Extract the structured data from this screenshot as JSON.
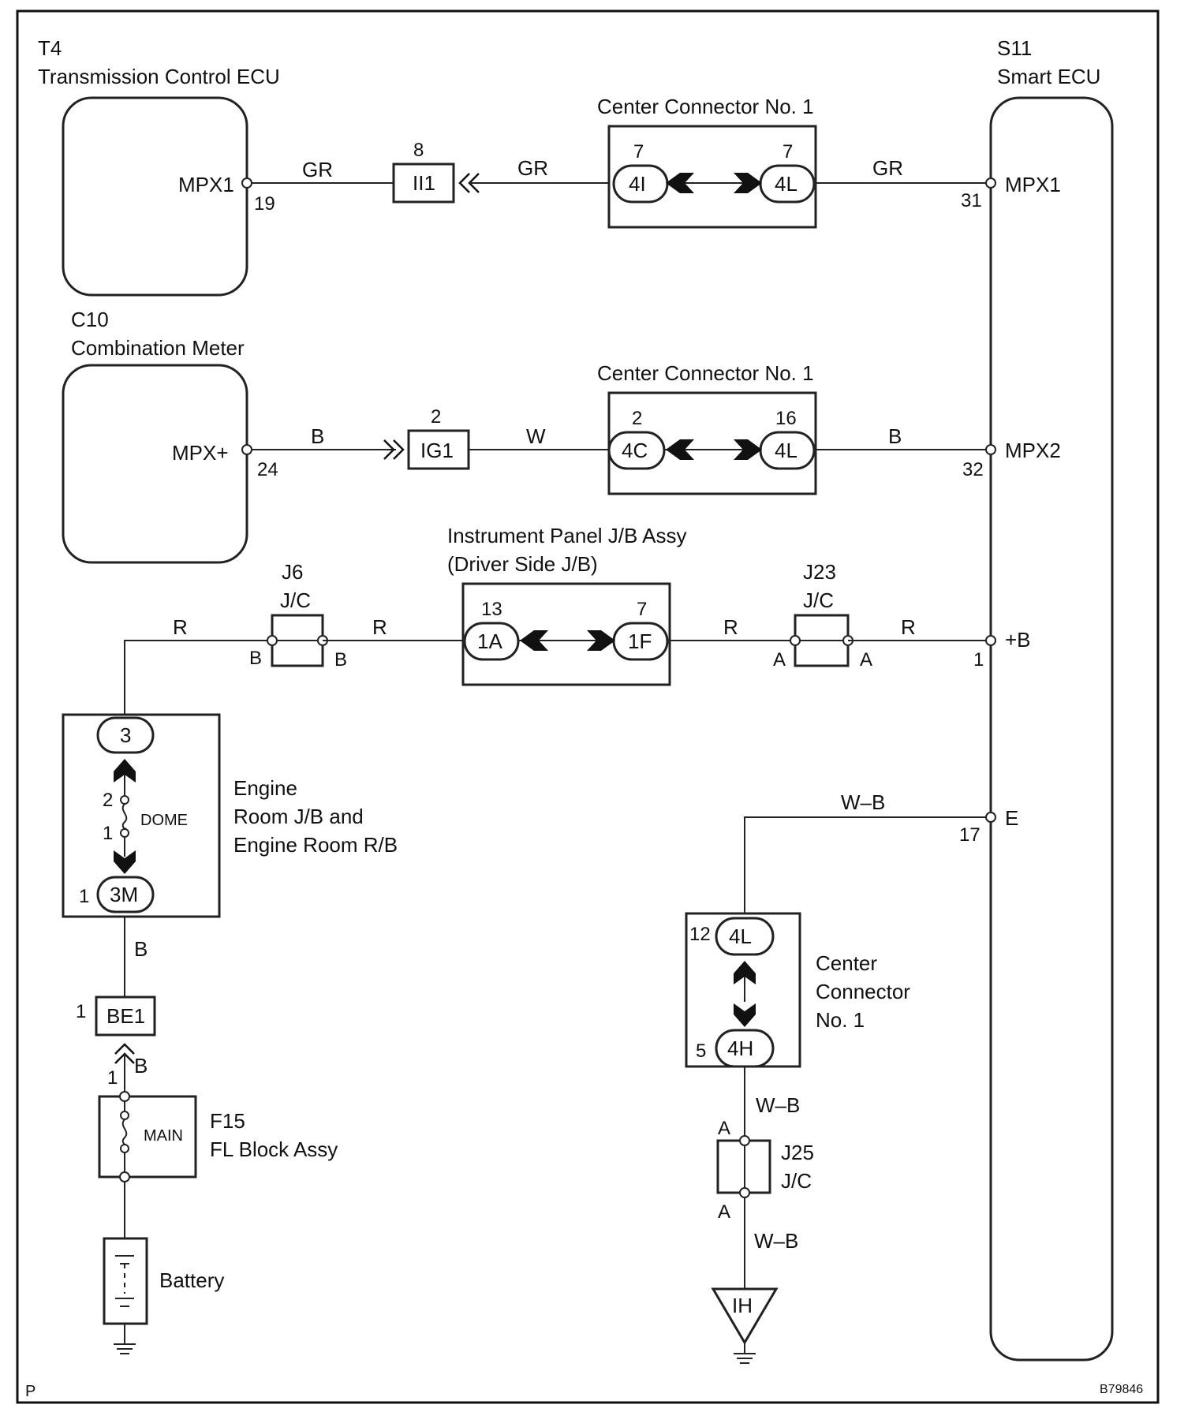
{
  "components": {
    "tcm": {
      "code": "T4",
      "name": "Transmission Control ECU",
      "terminal": "MPX1",
      "pin": "19"
    },
    "meter": {
      "code": "C10",
      "name": "Combination Meter",
      "terminal": "MPX+",
      "pin": "24"
    },
    "smart_ecu": {
      "code": "S11",
      "name": "Smart ECU",
      "terminals": {
        "mpx1": "MPX1",
        "mpx1_pin": "31",
        "mpx2": "MPX2",
        "mpx2_pin": "32",
        "b": "+B",
        "b_pin": "1",
        "e": "E",
        "e_pin": "17"
      }
    },
    "cc1_top": {
      "title": "Center Connector No. 1",
      "left_pin": "7",
      "left_id": "4I",
      "right_pin": "7",
      "right_id": "4L"
    },
    "cc1_mid": {
      "title": "Center Connector No. 1",
      "left_pin": "2",
      "left_id": "4C",
      "right_pin": "16",
      "right_id": "4L"
    },
    "ipjb": {
      "title1": "Instrument Panel J/B Assy",
      "title2": "(Driver Side J/B)",
      "left_pin": "13",
      "left_id": "1A",
      "right_pin": "7",
      "right_id": "1F"
    },
    "j6": {
      "code": "J6",
      "type": "J/C",
      "left": "B",
      "right": "B"
    },
    "j23": {
      "code": "J23",
      "type": "J/C",
      "left": "A",
      "right": "A"
    },
    "j25": {
      "code": "J25",
      "type": "J/C",
      "top": "A",
      "bottom": "A"
    },
    "ii1": {
      "id": "II1",
      "pin": "8"
    },
    "ig1": {
      "id": "IG1",
      "pin": "2"
    },
    "be1": {
      "id": "BE1",
      "pin": "1"
    },
    "engine_jb": {
      "line1": "Engine",
      "line2": "Room J/B and",
      "line3": "Engine Room R/B",
      "top_id": "3",
      "fuse": "DOME",
      "fuse_pin_top": "2",
      "fuse_pin_bottom": "1",
      "bottom_pin": "1",
      "bottom_id": "3M"
    },
    "fl_block": {
      "code": "F15",
      "name": "FL Block Assy",
      "fuse": "MAIN",
      "pin": "1"
    },
    "battery": {
      "name": "Battery"
    },
    "cc1_lower": {
      "line1": "Center",
      "line2": "Connector",
      "line3": "No. 1",
      "top_pin": "12",
      "top_id": "4L",
      "bottom_pin": "5",
      "bottom_id": "4H"
    },
    "ground_ih": {
      "id": "IH"
    }
  },
  "wires": {
    "gr": "GR",
    "b": "B",
    "w": "W",
    "r": "R",
    "wb": "W–B"
  },
  "footer": {
    "left": "P",
    "right": "B79846"
  }
}
